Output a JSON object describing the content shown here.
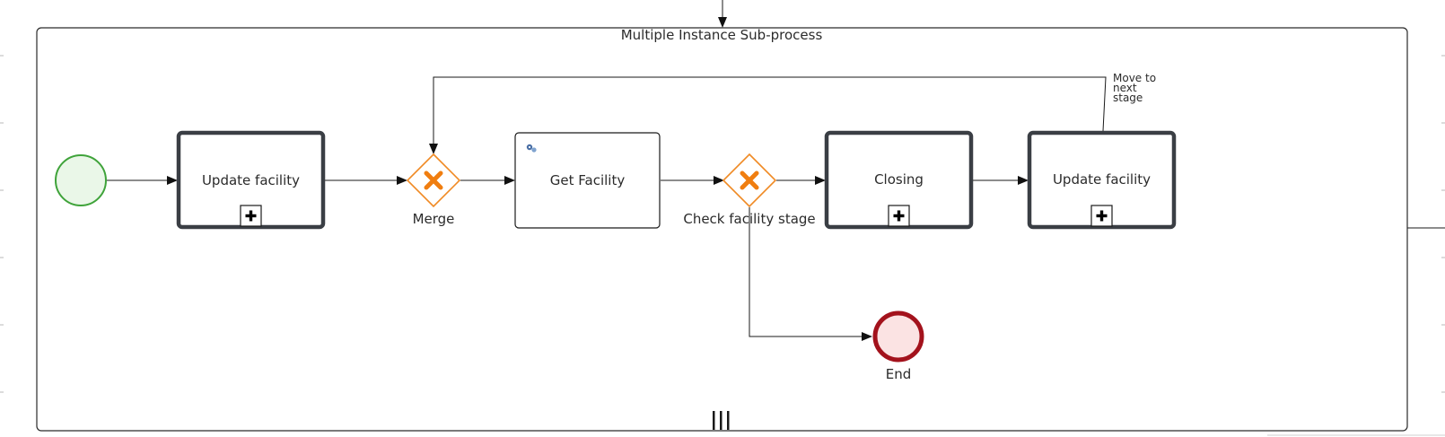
{
  "diagram": {
    "subprocess_label": "Multiple Instance Sub-process",
    "tasks": {
      "update_facility_1": "Update facility",
      "get_facility": "Get Facility",
      "closing": "Closing",
      "update_facility_2": "Update facility"
    },
    "gateways": {
      "merge": "Merge",
      "check_stage": "Check facility stage"
    },
    "events": {
      "end": "End"
    },
    "flow_labels": {
      "move_line1": "Move to",
      "move_line2": "next",
      "move_line3": "stage"
    },
    "colors": {
      "start_stroke": "#3fa33a",
      "start_fill": "#eaf7e8",
      "end_stroke": "#a3121c",
      "end_fill": "#fbe3e3",
      "gateway_stroke": "#f08a24",
      "gateway_marker": "#f07e10",
      "task_border": "#3a3e44"
    },
    "icons": {
      "collapsed_marker": "plus-icon",
      "service_task": "gears-icon",
      "multi_instance": "parallel-multi-instance-icon",
      "gateway_marker": "x-icon"
    }
  }
}
